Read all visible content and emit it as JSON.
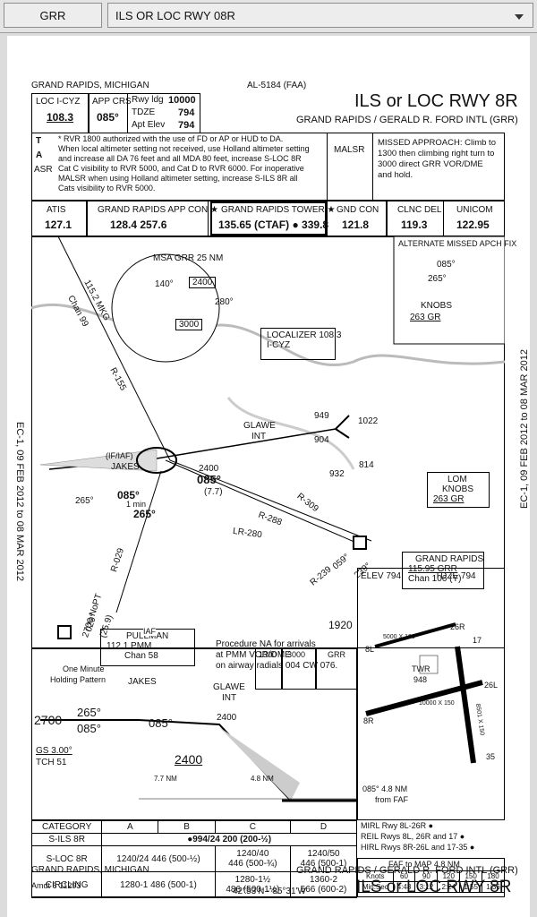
{
  "toolbar": {
    "airport_tab": "GRR",
    "procedure_select": "ILS OR LOC RWY 08R"
  },
  "header": {
    "city": "GRAND RAPIDS, MICHIGAN",
    "al": "AL-5184 (FAA)",
    "title": "ILS or LOC RWY 8R",
    "airport": "GRAND RAPIDS / GERALD R. FORD INTL",
    "airport_id": "(GRR)",
    "loc_label": "LOC  I-CYZ",
    "loc_freq": "108.3",
    "app_crs_label": "APP CRS",
    "app_crs": "085°",
    "rwy_ldg_label": "Rwy ldg",
    "rwy_ldg": "10000",
    "tdze_label": "TDZE",
    "tdze": "794",
    "apt_elev_label": "Apt Elev",
    "apt_elev": "794"
  },
  "notes": {
    "symbols": [
      "T",
      "A",
      "ASR"
    ],
    "text": [
      "* RVR 1800 authorized with the use of FD or AP or HUD to DA.",
      "When local altimeter setting not received, use Holland altimeter setting",
      "and increase all DA 76 feet and all MDA 80 feet, increase S-LOC 8R",
      "Cat C visibility to RVR 5000, and Cat D to RVR 6000.  For inoperative",
      "MALSR when using Holland altimeter setting, increase S-ILS 8R all",
      "Cats visibility to RVR 5000."
    ],
    "malsr": "MALSR",
    "missed": [
      "MISSED APPROACH: Climb to",
      "1300 then climbing right turn to",
      "3000 direct GRR VOR/DME",
      "and hold."
    ]
  },
  "comms": [
    {
      "name": "ATIS",
      "freq": "127.1"
    },
    {
      "name": "GRAND RAPIDS APP CON ★",
      "freq": "128.4   257.6"
    },
    {
      "name": "GRAND RAPIDS TOWER ★",
      "freq": "135.65 (CTAF) ● 339.8"
    },
    {
      "name": "GND CON",
      "freq": "121.8"
    },
    {
      "name": "CLNC DEL",
      "freq": "119.3"
    },
    {
      "name": "UNICOM",
      "freq": "122.95"
    }
  ],
  "plan": {
    "msa_title": "MSA GRR 25 NM",
    "msa_a": "2400",
    "msa_b": "3000",
    "msa_r1": "140°",
    "msa_r2": "280°",
    "alt_missed": "ALTERNATE MISSED APCH FIX",
    "knobs": "KNOBS",
    "knobs_sub": "263  GR",
    "r085": "085°",
    "r265": "265°",
    "loc_box": "LOCALIZER 108.3",
    "loc_box2": "I-CYZ",
    "radial_mkg": "115.2 MKG",
    "chan99": "Chan 99",
    "r155": "R-155",
    "r029": "R-029",
    "jakes": "(IF/IAF)",
    "jakes2": "JAKES",
    "glawe": "GLAWE",
    "glawe2": "INT",
    "alt2400": "2400",
    "crs085": "085°",
    "d77": "(7.7)",
    "r265b": "265°",
    "r265c": "265°",
    "r085b": "085°",
    "min1": "1 min",
    "r288": "R-288",
    "lr280": "LR-280",
    "r309": "R-309",
    "r239": "R-239",
    "r059": "059°",
    "r239b": "239°",
    "e949": "949",
    "e904": "904",
    "e932": "932",
    "e1022": "1022",
    "e814": "814",
    "e1920": "1920",
    "lom": "LOM",
    "lom2": "KNOBS",
    "lom3": "263  GR",
    "grr_vor": "GRAND RAPIDS",
    "grr_vor2": "115.95  GRR",
    "grr_vor3": "Chan 106 (Y)",
    "iaf": "IAF",
    "pullman": "PULLMAN",
    "pmm": "112.1 PMM",
    "chan58": "Chan 58",
    "na_note": [
      "Procedure NA for arrivals",
      "at PMM VOR/DME",
      "on airway radials 004 CW 076."
    ],
    "nopt": "2700 NoPT",
    "nopt2": "029°",
    "nopt3": "(25.9)"
  },
  "profile": {
    "hold": "One Minute",
    "hold2": "Holding Pattern",
    "jakes": "JAKES",
    "glawe": "GLAWE",
    "glawe2": "INT",
    "a2700": "2700",
    "r265": "265°",
    "r085": "085°",
    "r085b": "085°",
    "a2400": "2400",
    "a2400b": "2400",
    "gs": "GS 3.00°",
    "tch": "TCH 51",
    "d1": "7.7 NM",
    "d2": "4.8 NM",
    "icons": [
      "1300",
      "3000",
      "GRR"
    ]
  },
  "airport_diagram": {
    "elev_label": "ELEV",
    "elev": "794",
    "tdze_label": "TDZE",
    "tdze": "794",
    "rwy1": "8L",
    "rwy2": "26R",
    "rwy3": "17",
    "rwy4": "8R",
    "rwy5": "26L",
    "rwy6": "35",
    "dim1": "5000 X 100",
    "dim2": "10000 X 150",
    "dim3": "8501 X 150",
    "twr": "TWR",
    "twr_elev": "948",
    "faf": "085° 4.8 NM",
    "faf2": "from FAF",
    "lights": [
      "MIRL Rwy 8L-26R ●",
      "REIL Rwys 8L, 26R and 17 ●",
      "HIRL Rwys 8R-26L and 17-35 ●"
    ]
  },
  "minimums": {
    "headers": [
      "CATEGORY",
      "A",
      "B",
      "C",
      "D"
    ],
    "rows": [
      {
        "label": "S-ILS 8R",
        "vals": [
          "●994/24  200 (200-½)"
        ]
      },
      {
        "label": "S-LOC 8R",
        "vals": [
          "1240/24  446 (500-½)",
          "1240/40",
          "446 (500-¾)",
          "1240/50",
          "446 (500-1)"
        ]
      },
      {
        "label": "CIRCLING",
        "vals": [
          "1280-1  486 (500-1)",
          "1280-1½",
          "486 (500-1½)",
          "1360-2",
          "566 (600-2)"
        ]
      }
    ]
  },
  "faf_table": {
    "title": "FAF to MAP  4.8 NM",
    "knots": [
      "Knots",
      "60",
      "90",
      "120",
      "150",
      "180"
    ],
    "min": [
      "Min:Sec",
      "4:48",
      "3:12",
      "2:24",
      "1:55",
      "1:36"
    ]
  },
  "footer": {
    "city": "GRAND RAPIDS, MICHIGAN",
    "amdt": "Amdt 6  11293",
    "coords": "42°53'N - 85°31'W",
    "airport": "GRAND RAPIDS / GERALD R. FORD INTL",
    "airport_id": "(GRR)",
    "title": "ILS or LOC RWY 8R"
  },
  "margins": {
    "left": "EC-1, 09 FEB 2012 to 08 MAR 2012",
    "right": "EC-1, 09 FEB 2012 to 08 MAR 2012"
  }
}
